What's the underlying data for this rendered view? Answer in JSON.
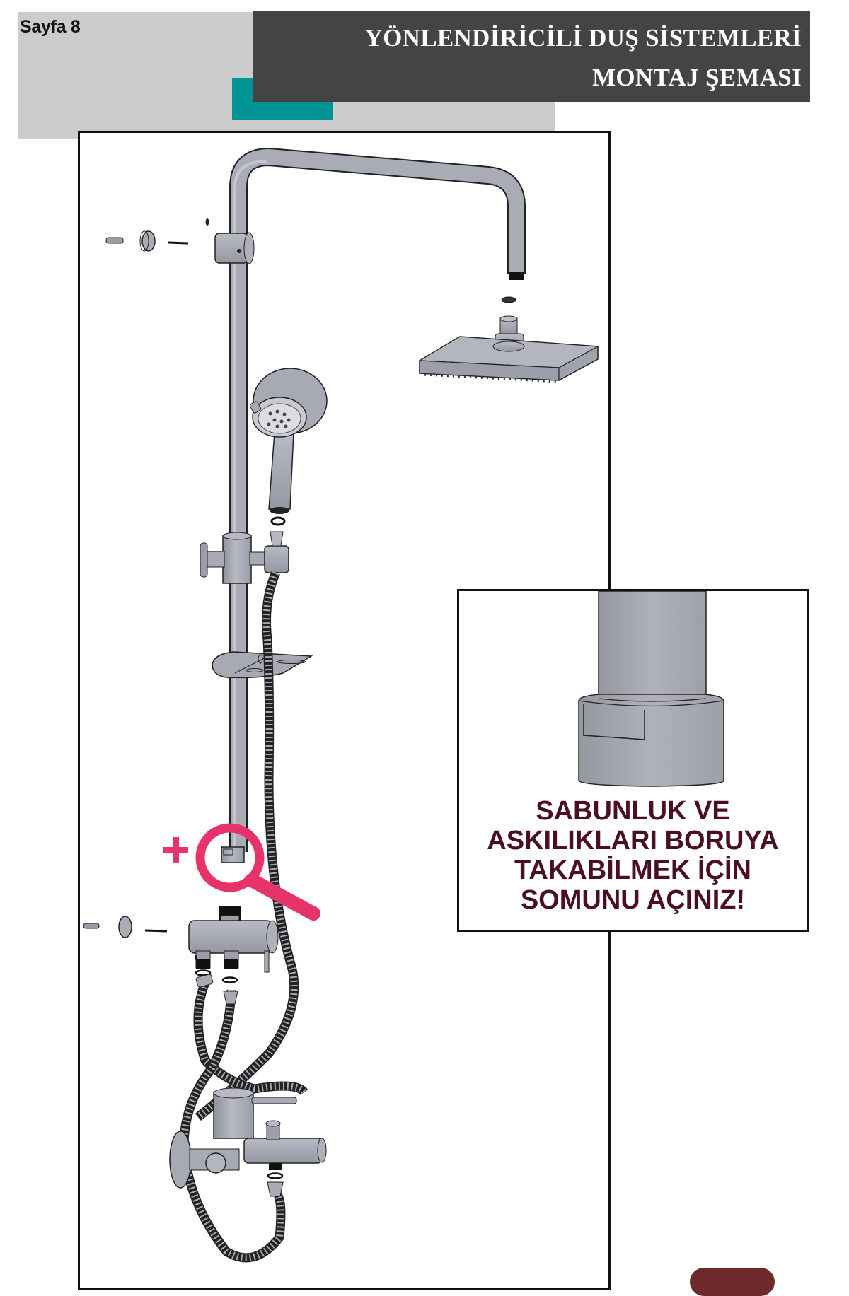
{
  "header": {
    "page_label": "Sayfa 8",
    "title_line1": "YÖNLENDİRİCİLİ  DUŞ SİSTEMLERİ",
    "title_line2": "MONTAJ ŞEMASI"
  },
  "colors": {
    "header_dark": "#444444",
    "panel_gray": "#cccccc",
    "accent_teal": "#009594",
    "magnifier_pink": "#e8336a",
    "callout_text": "#4a0f24",
    "metal_gray": "#a9abb5",
    "bottom_pill": "#6e2a2a"
  },
  "diagram": {
    "title": "Shower system exploded assembly view",
    "components": [
      {
        "id": "shower-arm",
        "label": "Shower arm (curved top pipe)"
      },
      {
        "id": "rain-shower-head",
        "label": "Rectangular rain shower head"
      },
      {
        "id": "top-wall-bracket",
        "label": "Top wall bracket with dowel, cap and screw"
      },
      {
        "id": "hand-shower",
        "label": "Hand shower"
      },
      {
        "id": "slider-holder",
        "label": "Sliding hand shower holder"
      },
      {
        "id": "soap-dish",
        "label": "Soap dish"
      },
      {
        "id": "lock-nut",
        "label": "Lock nut (highlighted with magnifier)"
      },
      {
        "id": "diverter",
        "label": "Diverter body with wall bracket parts"
      },
      {
        "id": "flexible-hoses",
        "label": "Flexible hoses"
      },
      {
        "id": "bath-mixer",
        "label": "Bath mixer with spout"
      }
    ],
    "magnifier": {
      "icon": "magnifier-plus-icon",
      "symbol": "+"
    }
  },
  "callout": {
    "lines": [
      "SABUNLUK VE",
      "ASKILIKLARI BORUYA",
      "TAKABİLMEK İÇİN",
      "SOMUNU AÇINIZ!"
    ]
  }
}
